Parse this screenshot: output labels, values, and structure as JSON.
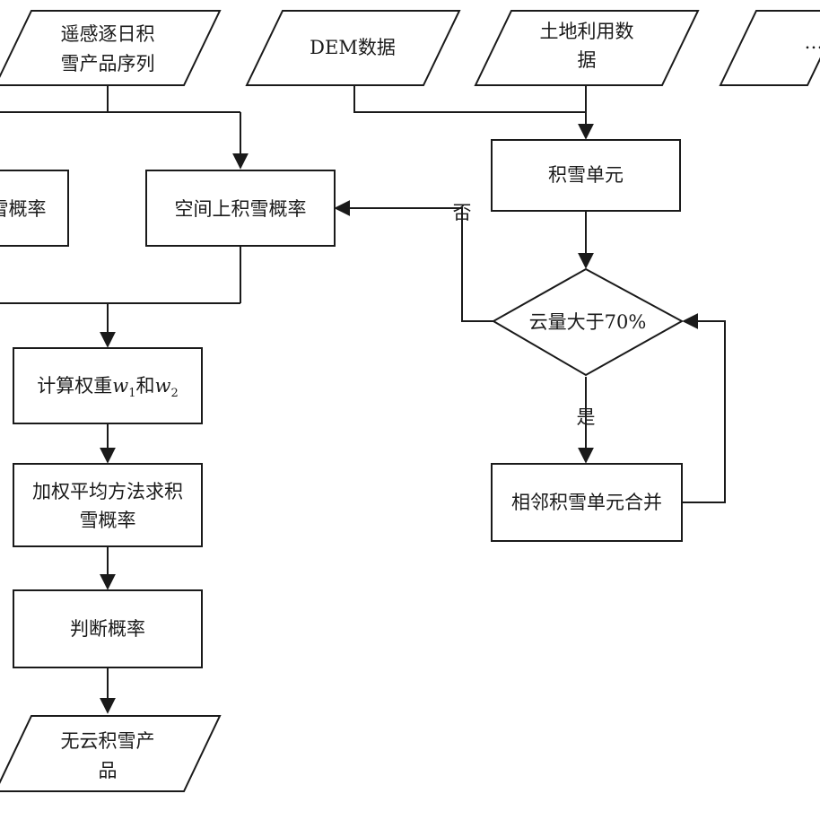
{
  "diagram": {
    "nodes": {
      "input_snow_series": {
        "line1": "遥感逐日积",
        "line2": "雪产品序列"
      },
      "input_dem": {
        "label": "DEM数据"
      },
      "input_landuse": {
        "line1": "土地利用数",
        "line2": "据"
      },
      "input_more": {
        "label": "…"
      },
      "temporal_prob": {
        "label": "时间上积雪概率",
        "visible_text": "雪概率"
      },
      "spatial_prob": {
        "label": "空间上积雪概率"
      },
      "snow_unit": {
        "label": "积雪单元"
      },
      "cloud_decision": {
        "label": "云量大于70%"
      },
      "merge_units": {
        "label": "相邻积雪单元合并"
      },
      "compute_weights": {
        "label": "计算权重",
        "w": "w",
        "sub1": "1",
        "and": "和",
        "sub2": "2"
      },
      "weighted_avg": {
        "line1": "加权平均方法求积",
        "line2": "雪概率"
      },
      "judge_prob": {
        "label": "判断概率"
      },
      "output": {
        "line1": "无云积雪产",
        "line2": "品"
      }
    },
    "edge_labels": {
      "no": "否",
      "yes": "是"
    }
  }
}
